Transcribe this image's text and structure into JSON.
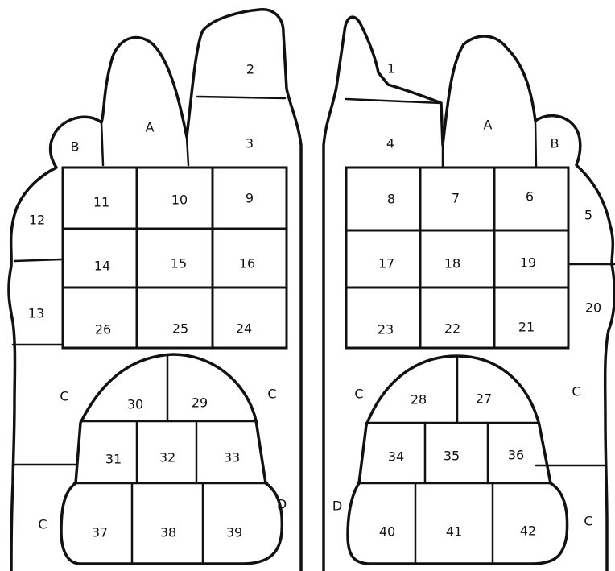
{
  "left_foot": {
    "toe_regions": {
      "big_toe_tip": "2",
      "big_toe_base": "3"
    },
    "letters": {
      "a": "A",
      "b": "B",
      "c_upper_left": "C",
      "c_upper_right": "C",
      "c_lower": "C",
      "d": "D"
    },
    "side_regions": {
      "upper": "12",
      "lower": "13"
    },
    "grid": [
      [
        "11",
        "10",
        "9"
      ],
      [
        "14",
        "15",
        "16"
      ],
      [
        "26",
        "25",
        "24"
      ]
    ],
    "dome_top": [
      "30",
      "29"
    ],
    "dome_middle": [
      "31",
      "32",
      "33"
    ],
    "dome_bottom": [
      "37",
      "38",
      "39"
    ]
  },
  "right_foot": {
    "toe_regions": {
      "big_toe_tip": "1",
      "big_toe_base": "4"
    },
    "letters": {
      "a": "A",
      "b": "B",
      "c_upper_left": "C",
      "c_upper_right": "C",
      "c_lower": "C",
      "d": "D"
    },
    "side_regions": {
      "upper": "5",
      "lower": "20"
    },
    "grid": [
      [
        "8",
        "7",
        "6"
      ],
      [
        "17",
        "18",
        "19"
      ],
      [
        "23",
        "22",
        "21"
      ]
    ],
    "dome_top": [
      "28",
      "27"
    ],
    "dome_middle": [
      "34",
      "35",
      "36"
    ],
    "dome_bottom": [
      "40",
      "41",
      "42"
    ]
  }
}
